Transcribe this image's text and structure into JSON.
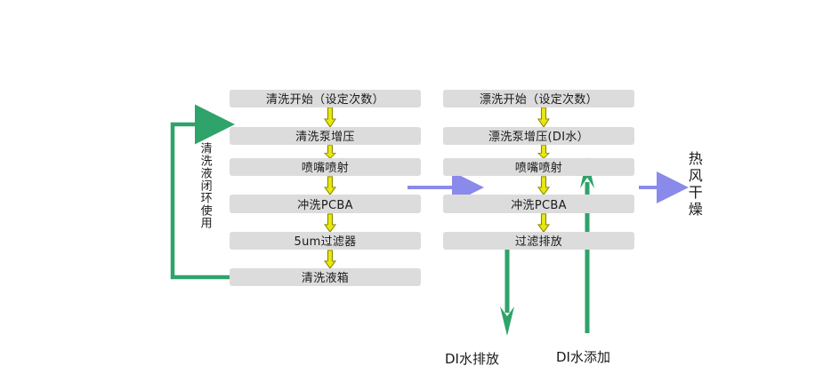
{
  "diagram": {
    "title": "PCBA Cleaning and Rinsing Process Flow",
    "colors": {
      "box_fill": "#dcdcdc",
      "yellow_arrow_fill": "#e8e80f",
      "yellow_arrow_stroke": "#8a8a00",
      "green_arrow": "#2ea36a",
      "purple_arrow": "#8a8aea",
      "text": "#1a1a1a",
      "background": "#ffffff"
    },
    "clean_column": {
      "name": "cleaning-stage",
      "steps": [
        {
          "id": "clean-start",
          "label": "清洗开始（设定次数）"
        },
        {
          "id": "clean-pump",
          "label": "清洗泵增压"
        },
        {
          "id": "clean-nozzle",
          "label": "喷嘴喷射"
        },
        {
          "id": "clean-rinse-pcba",
          "label": "冲洗PCBA"
        },
        {
          "id": "clean-filter",
          "label": "5um过滤器"
        },
        {
          "id": "clean-tank",
          "label": "清洗液箱"
        }
      ]
    },
    "rinse_column": {
      "name": "rinsing-stage",
      "steps": [
        {
          "id": "rinse-start",
          "label": "漂洗开始（设定次数）"
        },
        {
          "id": "rinse-pump",
          "label": "漂洗泵增压(DI水）"
        },
        {
          "id": "rinse-nozzle",
          "label": "喷嘴喷射"
        },
        {
          "id": "rinse-pcba",
          "label": "冲洗PCBA"
        },
        {
          "id": "rinse-drain",
          "label": "过滤排放"
        }
      ]
    },
    "annotations": {
      "recirculation_loop": "清洗液闭环使用",
      "drying": "热风干燥",
      "di_water_discharge": "DI水排放",
      "di_water_supply": "DI水添加"
    }
  }
}
